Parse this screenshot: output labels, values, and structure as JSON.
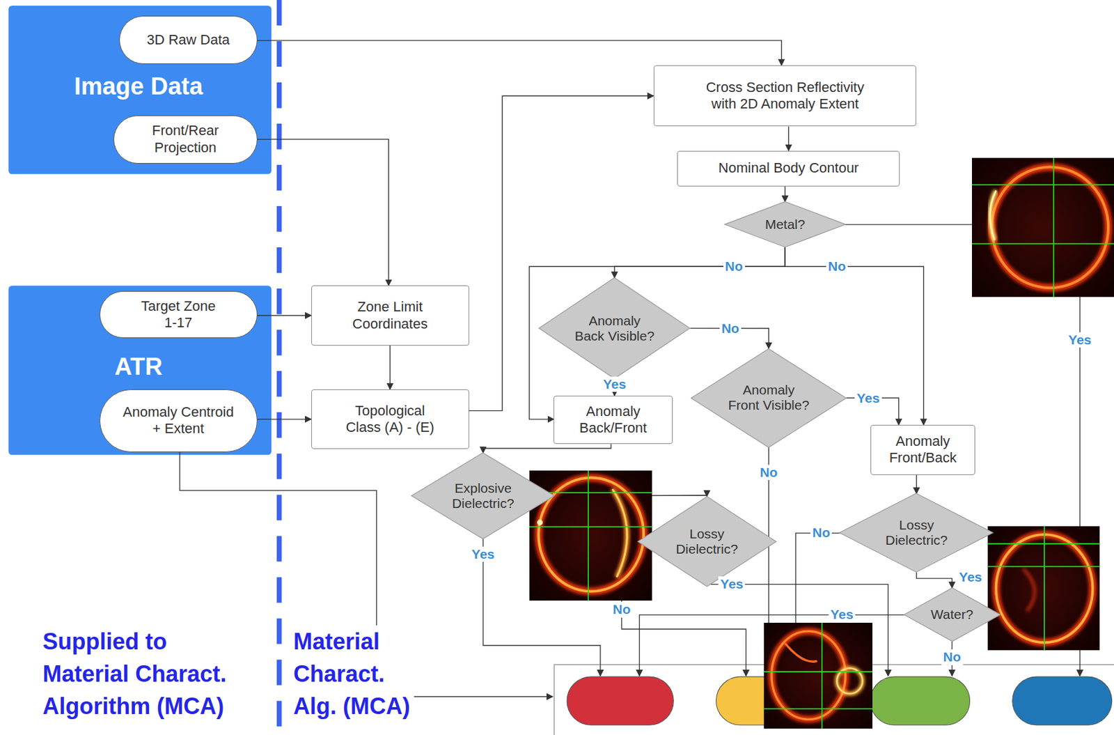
{
  "diagram": {
    "nodes": [
      {
        "text": [
          "Image Data"
        ]
      },
      {
        "text": [
          "3D Raw Data"
        ],
        "in": 0
      },
      {
        "text": [
          "Front/Rear Projection"
        ],
        "in": 0
      },
      {
        "text": [
          "Cross Section Reflectivity with 2D Anomaly Extent"
        ]
      },
      {
        "text": [
          "Nominal Body Contour"
        ]
      },
      {
        "text": [
          "Metal?"
        ]
      },
      {
        "text": [
          "ATR"
        ]
      },
      {
        "text": [
          "Target Zone 1-17"
        ],
        "in": 6
      },
      {
        "text": [
          "Anomaly Centroid + Extent"
        ],
        "in": 6
      },
      {
        "text": [
          "Zone Limit Coordinates"
        ]
      },
      {
        "text": [
          "Anomaly Back Visible?"
        ]
      },
      {
        "text": [
          "Topological Class (A) - (E)"
        ]
      },
      {
        "text": [
          "Anomaly Back/Front"
        ]
      },
      {
        "text": [
          "Anomaly Front Visible?"
        ]
      },
      {
        "text": [
          "Anomaly Front/Back"
        ]
      },
      {
        "text": [
          "Explosive Dielectric?"
        ]
      },
      {
        "text": [
          "Lossy Dielectric?"
        ]
      },
      {
        "text": [
          "Lossy Dielectric?"
        ]
      },
      {
        "text": [
          "Water?"
        ]
      }
    ],
    "edges": [
      {
        "from": 1,
        "to": 3,
        "arrow": "to"
      },
      {
        "from": 2,
        "to": 9,
        "arrow": "to"
      },
      {
        "from": 7,
        "to": 9,
        "arrow": "to"
      },
      {
        "from": 9,
        "to": 11,
        "arrow": "to"
      },
      {
        "from": 8,
        "to": 11,
        "arrow": "to"
      },
      {
        "from": 11,
        "to": 3,
        "arrow": "to"
      },
      {
        "from": 3,
        "to": 4,
        "arrow": "to"
      },
      {
        "from": 4,
        "to": 5,
        "arrow": "to"
      },
      {
        "from": 5,
        "to": 10,
        "label": "No",
        "arrow": "to"
      },
      {
        "from": 5,
        "to": 12,
        "arrow": "to"
      },
      {
        "from": 5,
        "to": 14,
        "label": "No",
        "arrow": "to"
      },
      {
        "from": 10,
        "to": 12,
        "label": "Yes",
        "arrow": "to"
      },
      {
        "from": 10,
        "to": 13,
        "label": "No",
        "arrow": "to"
      },
      {
        "from": 13,
        "to": 14,
        "label": "Yes",
        "arrow": "to"
      },
      {
        "from": 12,
        "to": 15,
        "arrow": "to"
      },
      {
        "from": 14,
        "to": 17,
        "arrow": "to"
      },
      {
        "from": 15,
        "to": 16,
        "arrow": "to"
      },
      {
        "from": 17,
        "to": 18,
        "label": "Yes",
        "arrow": "to"
      }
    ],
    "labels": [
      "Yes",
      "No",
      "Yes",
      "No",
      "Yes",
      "No",
      "Yes",
      "No",
      "Supplied to Material Charact. Algorithm (MCA)",
      "Material Charact. Alg. (MCA)"
    ]
  }
}
